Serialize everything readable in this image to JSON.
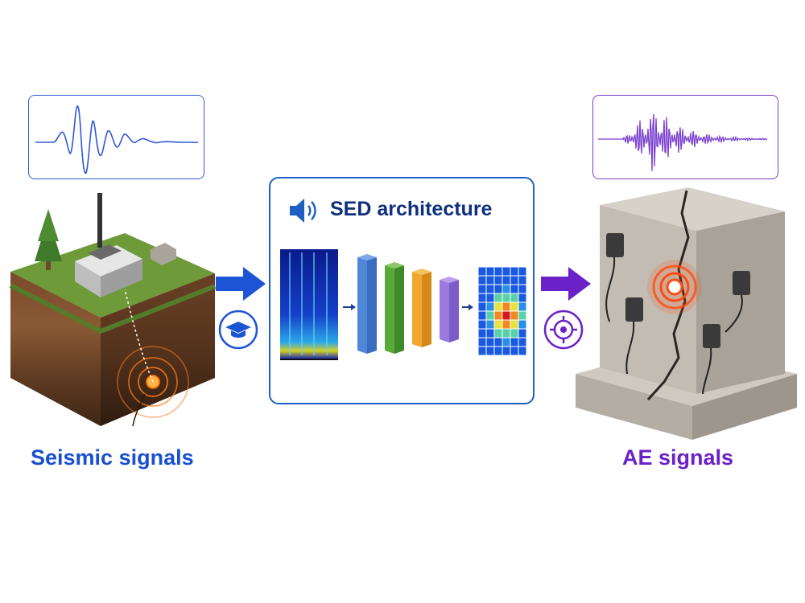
{
  "diagram": {
    "sed_panel": {
      "title": "SED architecture"
    },
    "left": {
      "label": "Seismic signals"
    },
    "right": {
      "label": "AE signals"
    },
    "icons": {
      "speaker": "speaker-icon",
      "graduation_cap": "graduation-cap-icon",
      "target": "target-icon"
    },
    "colors": {
      "seismic_blue": "#1a4fd0",
      "ae_purple": "#6a22c8",
      "panel_border": "#1f5fc4"
    }
  }
}
